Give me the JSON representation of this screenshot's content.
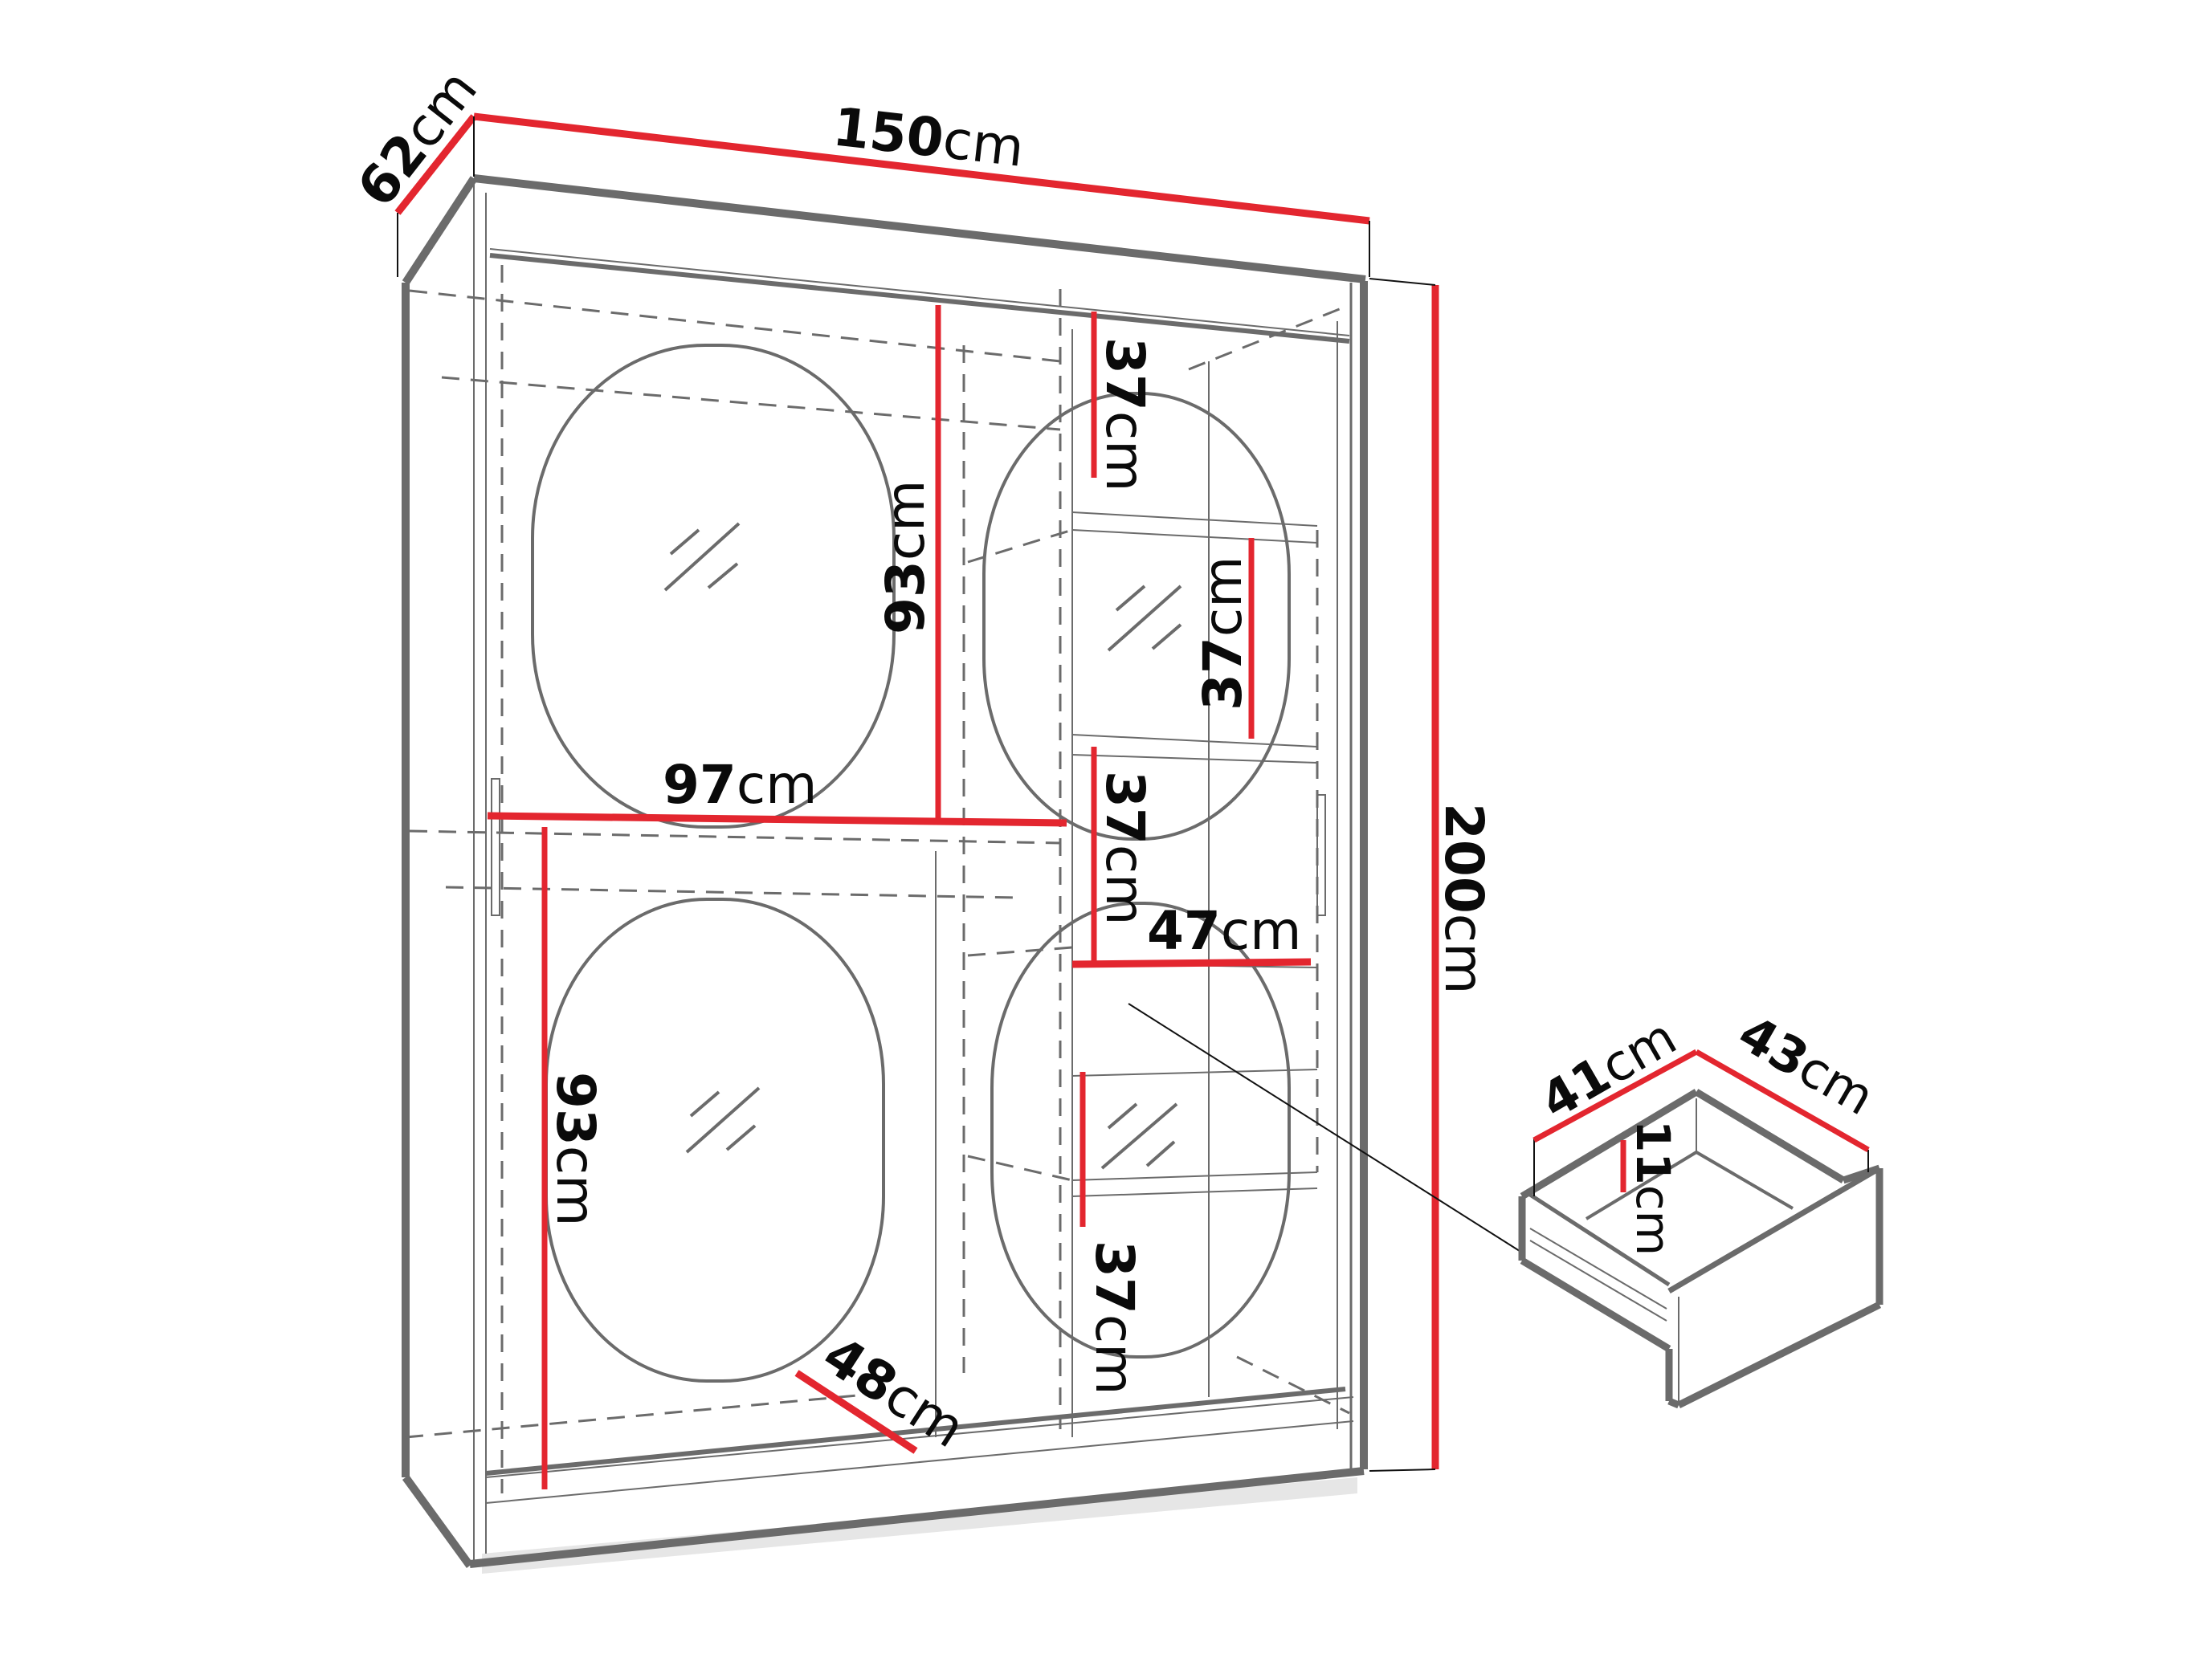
{
  "colors": {
    "dimension_line": "#e3262f",
    "outline": "#6b6b6b",
    "text": "#0a0a0a",
    "background": "#ffffff"
  },
  "wardrobe": {
    "depth": {
      "value": "62",
      "unit": "cm"
    },
    "width": {
      "value": "150",
      "unit": "cm"
    },
    "height": {
      "value": "200",
      "unit": "cm"
    },
    "left_compartment": {
      "upper_height": {
        "value": "93",
        "unit": "cm"
      },
      "lower_height": {
        "value": "93",
        "unit": "cm"
      },
      "width": {
        "value": "97",
        "unit": "cm"
      },
      "depth": {
        "value": "48",
        "unit": "cm"
      }
    },
    "right_compartment": {
      "shelf_1_height": {
        "value": "37",
        "unit": "cm"
      },
      "shelf_2_height": {
        "value": "37",
        "unit": "cm"
      },
      "shelf_3_height": {
        "value": "37",
        "unit": "cm"
      },
      "shelf_4_height": {
        "value": "37",
        "unit": "cm"
      },
      "shelf_width": {
        "value": "47",
        "unit": "cm"
      }
    }
  },
  "drawer": {
    "width": {
      "value": "41",
      "unit": "cm"
    },
    "depth": {
      "value": "43",
      "unit": "cm"
    },
    "height": {
      "value": "11",
      "unit": "cm"
    }
  },
  "icons": {
    "mirror_glint": "mirror-reflection-icon",
    "callout": "leader-line"
  }
}
